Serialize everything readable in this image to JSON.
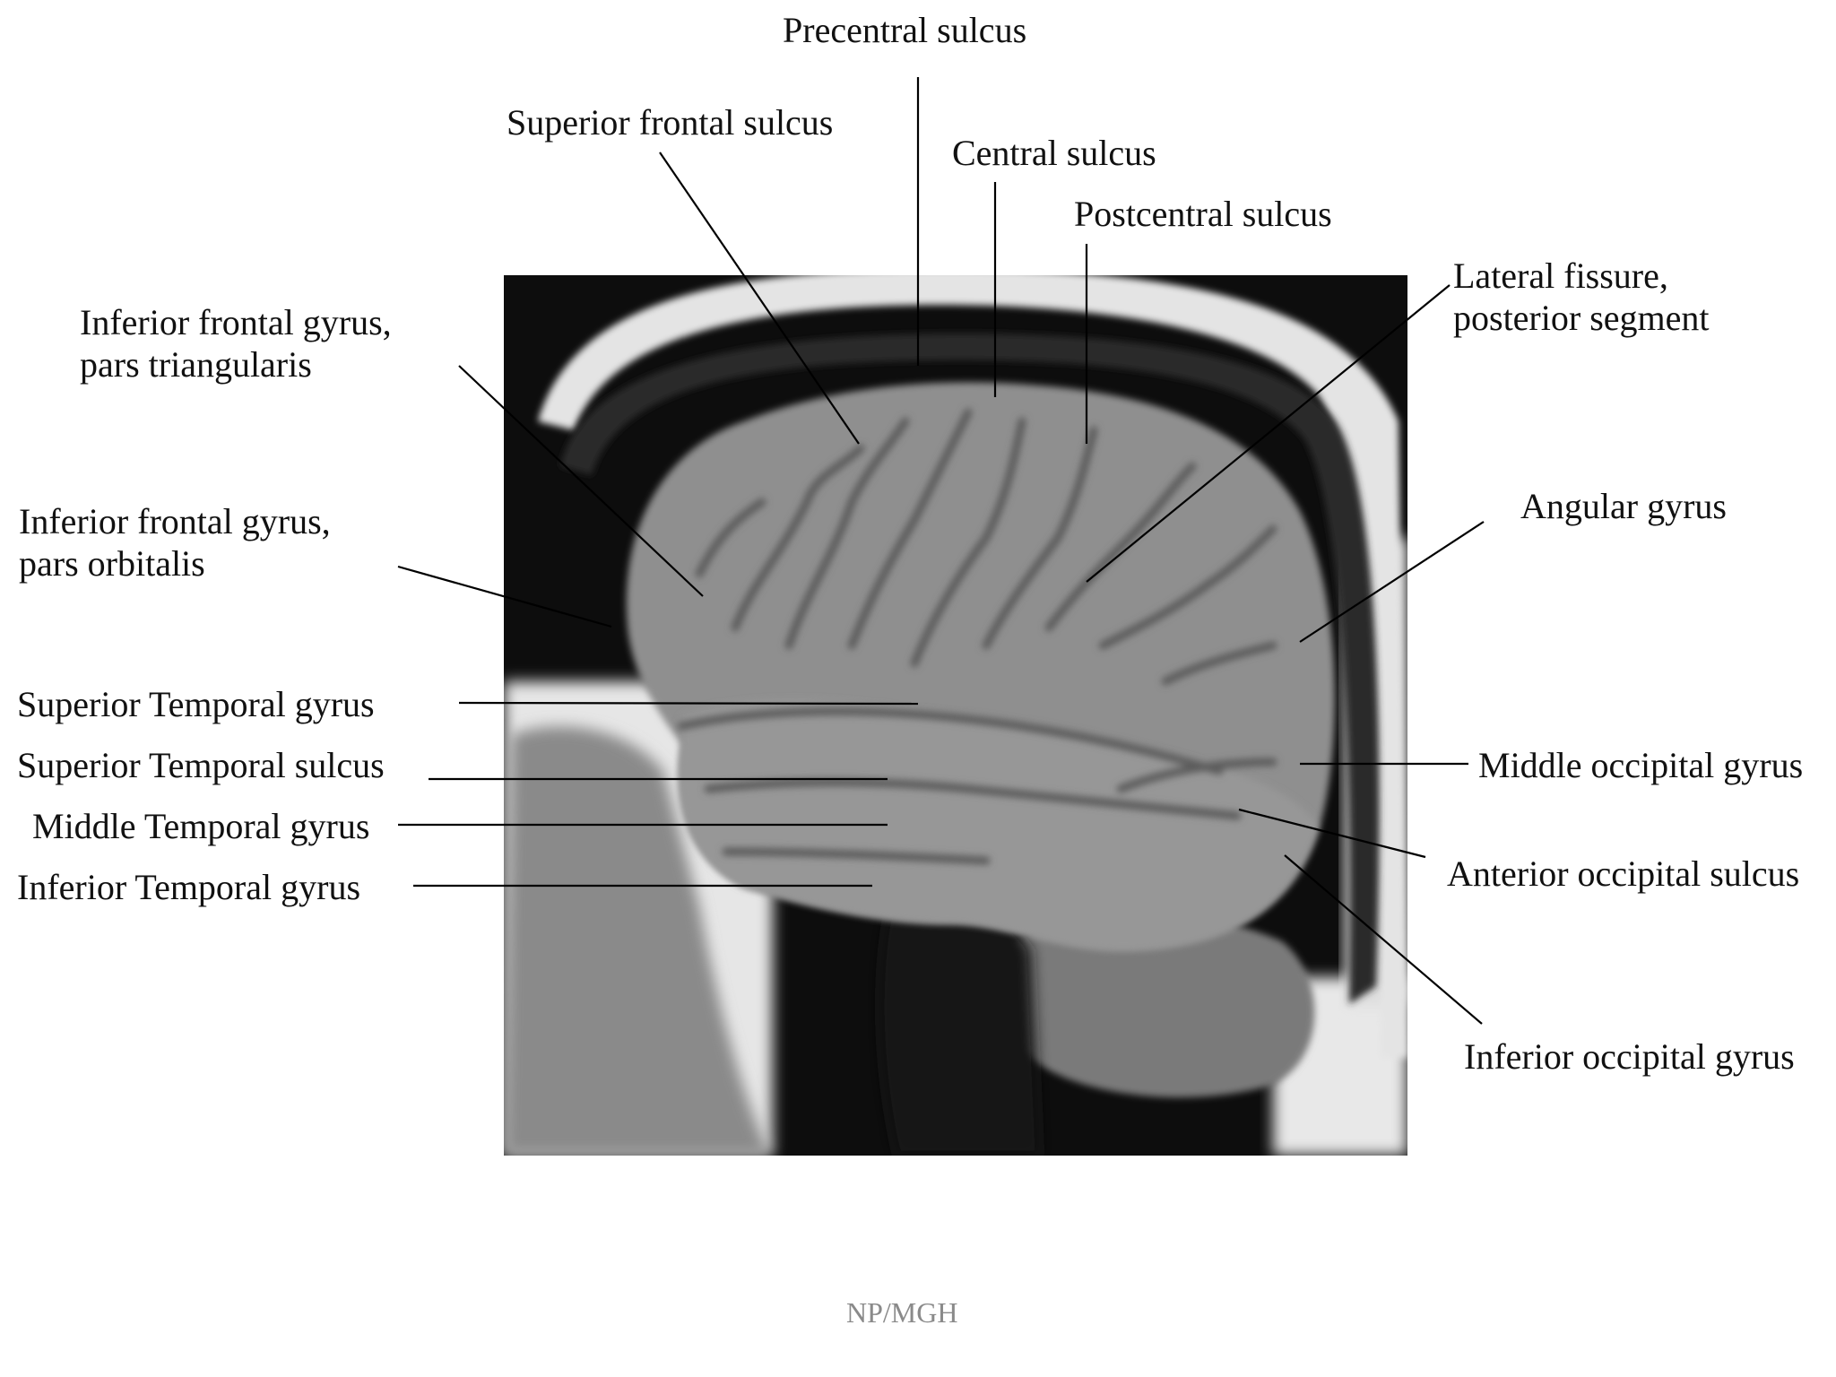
{
  "labels": {
    "precentral_sulcus": "Precentral sulcus",
    "superior_frontal_sulcus": "Superior frontal sulcus",
    "central_sulcus": "Central sulcus",
    "postcentral_sulcus": "Postcentral sulcus",
    "lateral_fissure": [
      "Lateral fissure,",
      "posterior segment"
    ],
    "ifg_pars_triangularis": [
      "Inferior frontal gyrus,",
      "pars triangularis"
    ],
    "ifg_pars_orbitalis": [
      "Inferior frontal gyrus,",
      "pars orbitalis"
    ],
    "angular_gyrus": "Angular gyrus",
    "superior_temporal_gyrus": "Superior Temporal gyrus",
    "superior_temporal_sulcus": "Superior Temporal sulcus",
    "middle_temporal_gyrus": "Middle Temporal gyrus",
    "inferior_temporal_gyrus": "Inferior Temporal gyrus",
    "middle_occipital_gyrus": "Middle occipital gyrus",
    "anterior_occipital_sulcus": "Anterior occipital sulcus",
    "inferior_occipital_gyrus": "Inferior occipital gyrus"
  },
  "credit": "NP/MGH",
  "colors": {
    "label_text": "#111111",
    "leader_line": "#000000",
    "credit_text": "#8a8a8a",
    "scan_background": "#0d0d0d",
    "brain_gray": "#8f8f8f"
  }
}
